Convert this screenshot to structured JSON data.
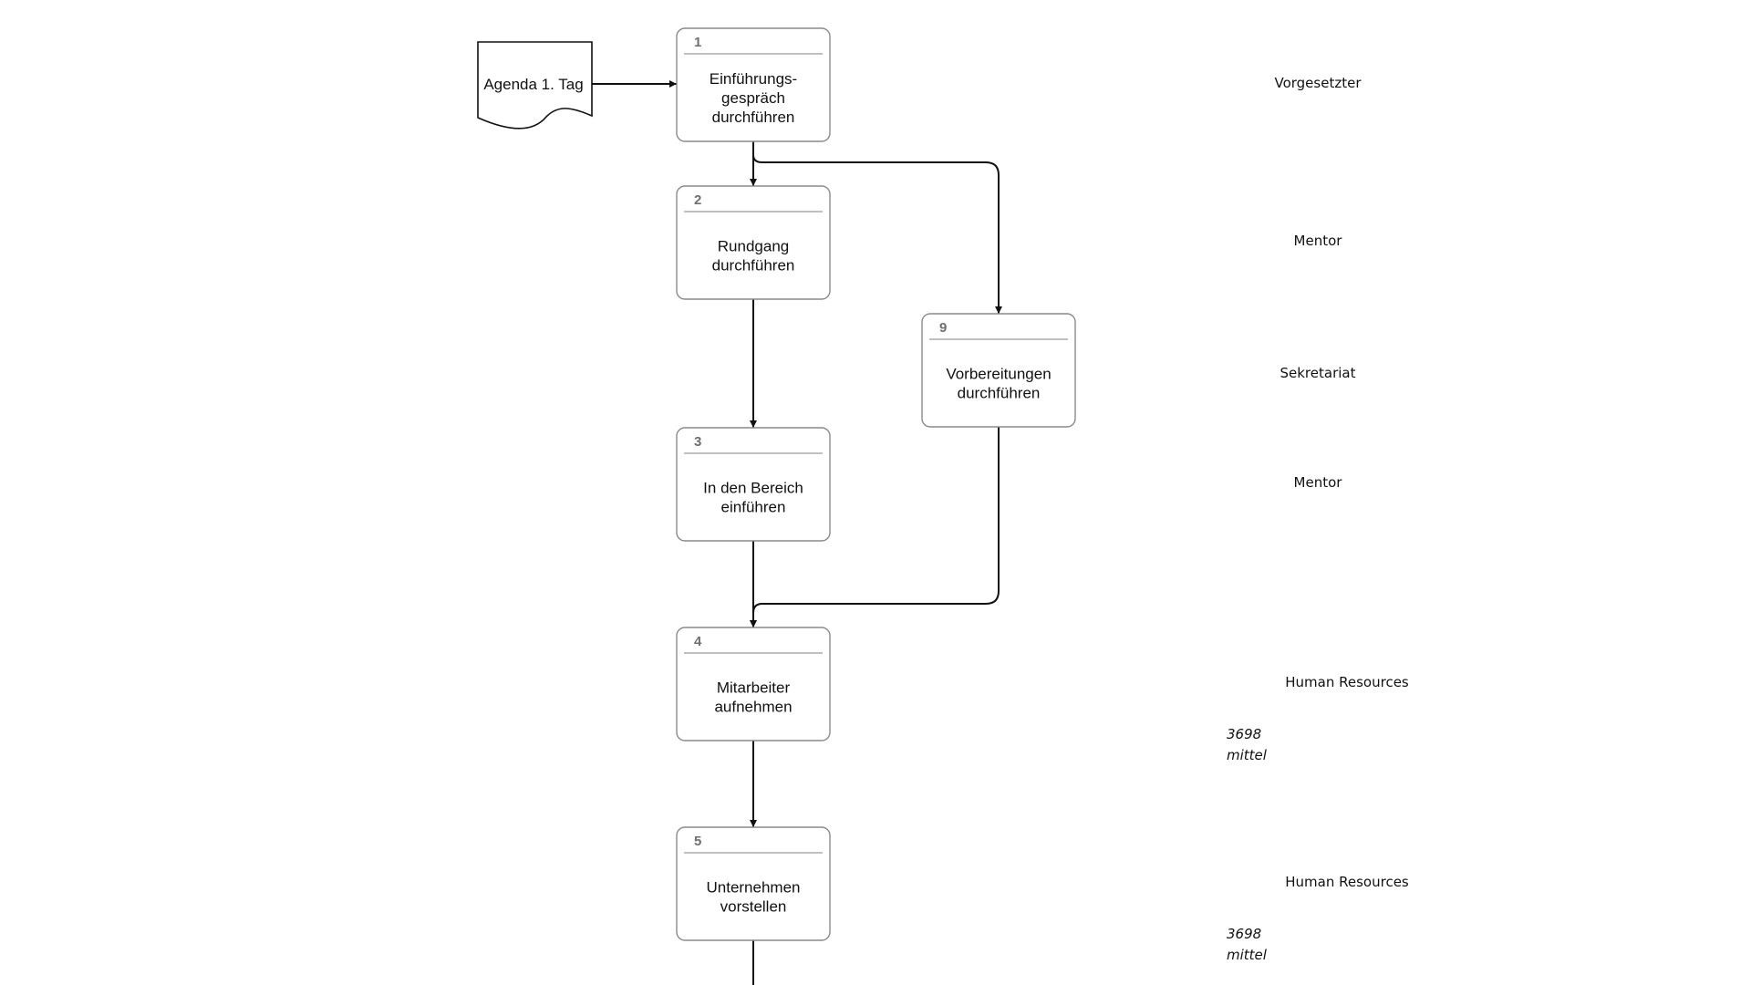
{
  "document": {
    "label": "Agenda 1. Tag"
  },
  "process_steps": [
    {
      "id": "step-1",
      "number": "1",
      "lines": [
        "Einführungs-",
        "gespräch",
        "durchführen"
      ],
      "role": "Vorgesetzter"
    },
    {
      "id": "step-2",
      "number": "2",
      "lines": [
        "Rundgang",
        "durchführen"
      ],
      "role": "Mentor"
    },
    {
      "id": "step-9",
      "number": "9",
      "lines": [
        "Vorbereitungen",
        "durchführen"
      ],
      "role": "Sekretariat"
    },
    {
      "id": "step-3",
      "number": "3",
      "lines": [
        "In den Bereich",
        "einführen"
      ],
      "role": "Mentor"
    },
    {
      "id": "step-4",
      "number": "4",
      "lines": [
        "Mitarbeiter",
        "aufnehmen"
      ],
      "role": "Human Resources",
      "meta": [
        "3698",
        "mittel"
      ]
    },
    {
      "id": "step-5",
      "number": "5",
      "lines": [
        "Unternehmen",
        "vorstellen"
      ],
      "role": "Human Resources",
      "meta": [
        "3698",
        "mittel"
      ]
    }
  ],
  "connections": [
    {
      "from": "document",
      "to": "step-1"
    },
    {
      "from": "step-1",
      "to": "step-2"
    },
    {
      "from": "step-1",
      "to": "step-9"
    },
    {
      "from": "step-2",
      "to": "step-3"
    },
    {
      "from": "step-3",
      "to": "step-4"
    },
    {
      "from": "step-9",
      "to": "step-4"
    },
    {
      "from": "step-4",
      "to": "step-5"
    },
    {
      "from": "step-5",
      "to": "continuation"
    }
  ]
}
